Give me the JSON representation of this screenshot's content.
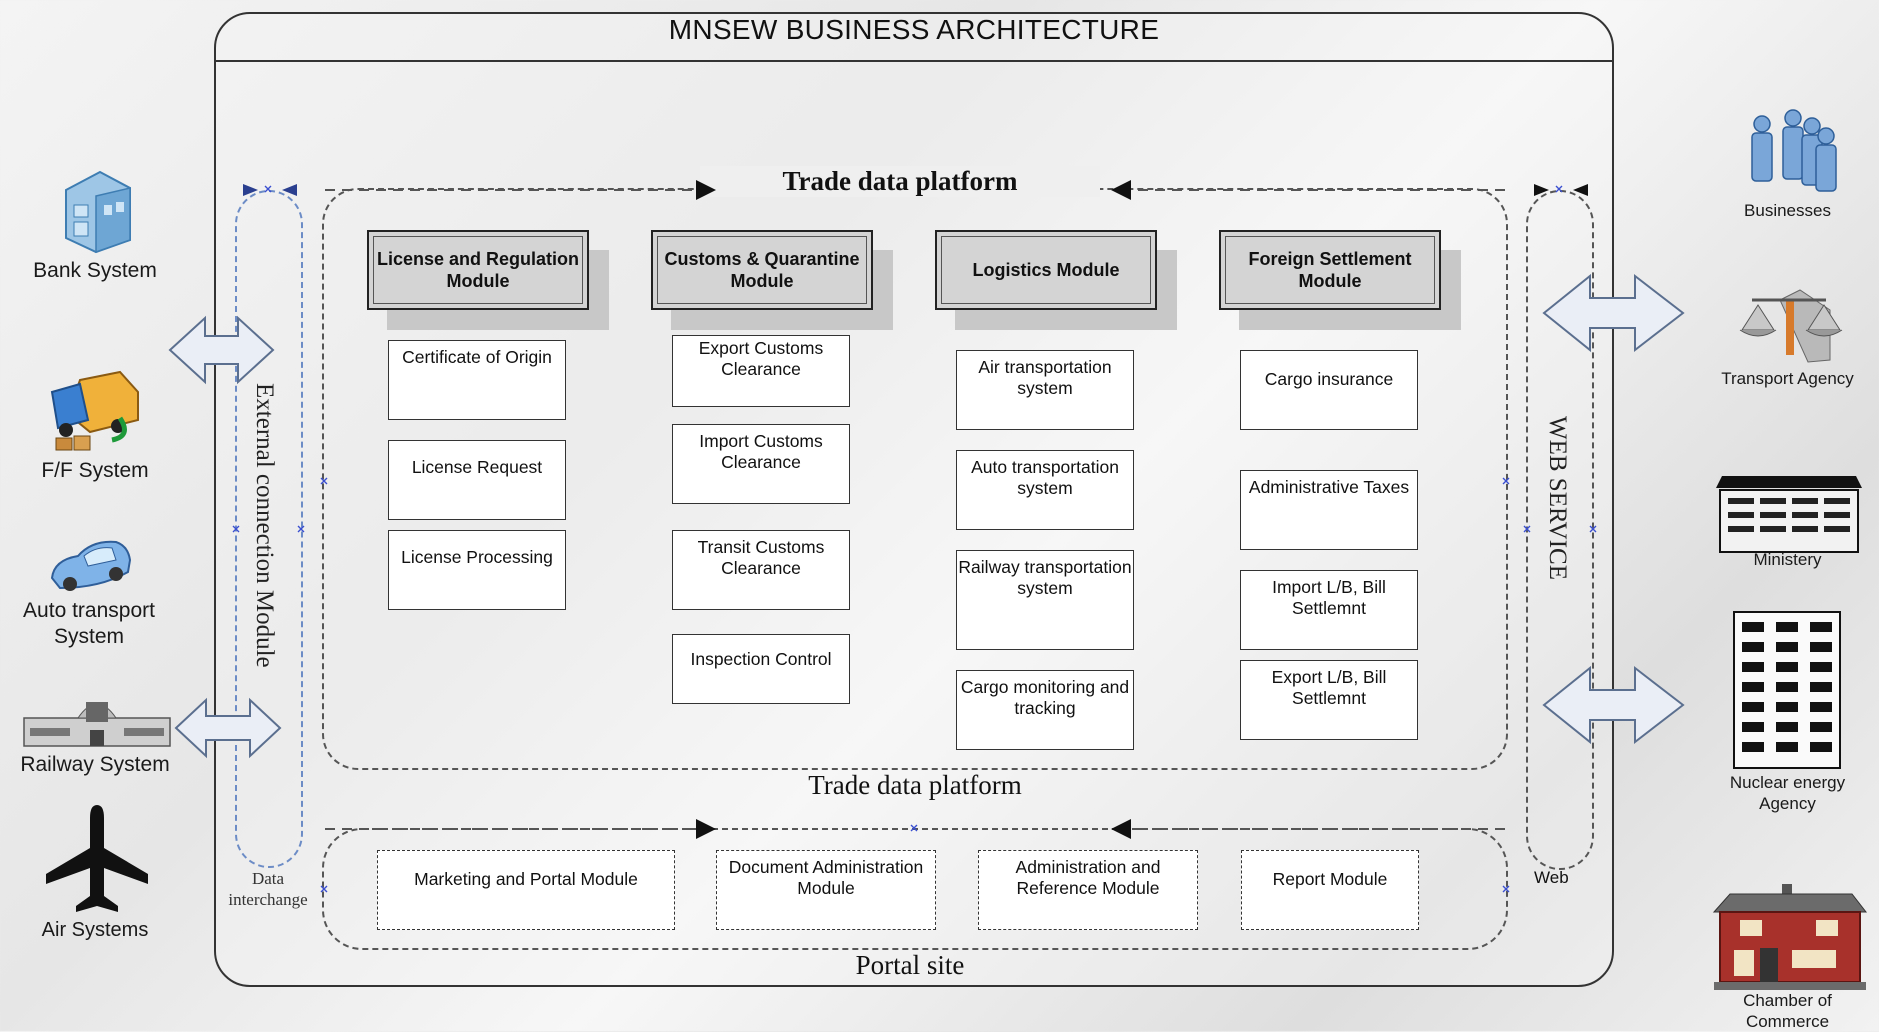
{
  "title": "MNSEW BUSINESS ARCHITECTURE",
  "trade_platform_title": "Trade data platform",
  "trade_platform_bottom_label": "Trade data platform",
  "portal_label": "Portal site",
  "external_connection_label": "External connection Module",
  "data_interchange_label": "Data interchange",
  "web_service_label": "WEB SERVICE",
  "web_label": "Web",
  "left_systems": [
    {
      "label": "Bank System",
      "icon": "bank-building-icon"
    },
    {
      "label": "F/F System",
      "icon": "delivery-truck-icon"
    },
    {
      "label": "Auto transport System",
      "icon": "car-icon"
    },
    {
      "label": "Railway System",
      "icon": "railway-station-icon"
    },
    {
      "label": "Air Systems",
      "icon": "airplane-icon"
    }
  ],
  "right_systems": [
    {
      "label": "Businesses",
      "icon": "people-icon"
    },
    {
      "label": "Transport Agency",
      "icon": "scales-icon"
    },
    {
      "label": "Ministery",
      "icon": "government-building-icon"
    },
    {
      "label": "Nuclear energy Agency",
      "icon": "tower-building-icon"
    },
    {
      "label": "Chamber of Commerce",
      "icon": "house-building-icon"
    }
  ],
  "modules": [
    {
      "title": "License and Regulation Module",
      "items": [
        "Certificate of Origin",
        "License Request",
        "License Processing"
      ]
    },
    {
      "title": "Customs & Quarantine Module",
      "items": [
        "Export Customs Clearance",
        "Import Customs Clearance",
        "Transit Customs Clearance",
        "Inspection Control"
      ]
    },
    {
      "title": "Logistics Module",
      "items": [
        "Air transportation system",
        "Auto transportation system",
        "Railway transportation system",
        "Cargo monitoring and tracking"
      ]
    },
    {
      "title": "Foreign Settlement Module",
      "items": [
        "Cargo insurance",
        "Administrative Taxes",
        "Import L/B, Bill Settlemnt",
        "Export L/B, Bill Settlemnt"
      ]
    }
  ],
  "portal_modules": [
    "Marketing and Portal Module",
    "Document Administration  Module",
    "Administration and Reference Module",
    "Report Module"
  ],
  "colors": {
    "header_fill": "#d4d4d4",
    "arrow_fill": "#e9eef8",
    "arrow_stroke": "#5b6f8f",
    "connector_x": "#3a4fd0",
    "dashed_blue": "#6c8cc6"
  }
}
